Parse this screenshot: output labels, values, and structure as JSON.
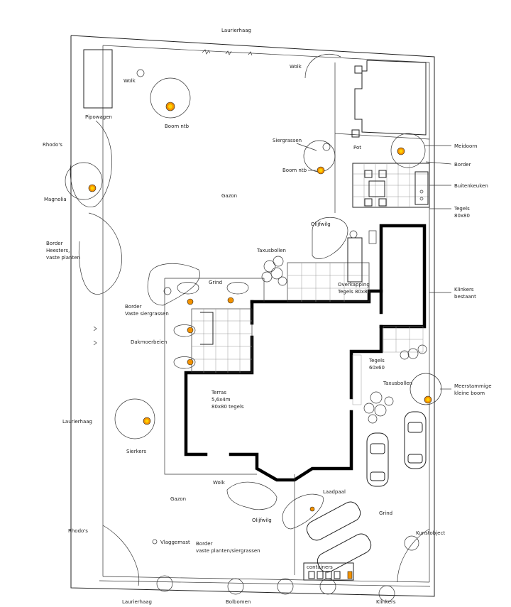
{
  "labels": {
    "laurierhaag_top": "Laurierhaag",
    "wolk_top": "Wolk",
    "wolk_tl": "Wolk",
    "pipowagen": "Pipowagen",
    "boom_ntb_1": "Boom ntb",
    "rhodos_top": "Rhodo's",
    "magnolia": "Magnolia",
    "siergrassen": "Siergrassen",
    "pot": "Pot",
    "boom_ntb_2": "Boom ntb",
    "meidoorn": "Meidoorn",
    "border_right": "Border",
    "buitenkeuken": "Buitenkeuken",
    "tegels_80": "Tegels",
    "tegels_80_size": "80x80",
    "gazon_top": "Gazon",
    "olijfwilg_top": "Olijfwilg",
    "border_left_1": "Border",
    "border_left_2": "Heesters,",
    "border_left_3": "vaste planten",
    "taxusbollen_top": "Taxusbollen",
    "overkapping_1": "Overkapping",
    "overkapping_2": "Tegels 80x80",
    "klinkers_1": "Klinkers",
    "klinkers_2": "bestaant",
    "grind_top": "Grind",
    "border_mid_1": "Border",
    "border_mid_2": "Vaste siergrassen",
    "dakmoerbeien": "Dakmoerbeien",
    "tegels_60_1": "Tegels",
    "tegels_60_2": "60x60",
    "taxusbollen_right": "Taxusbollen",
    "meerstammige_1": "Meerstammige",
    "meerstammige_2": "kleine boom",
    "terras_1": "Terras",
    "terras_2": "5,6x4m",
    "terras_3": "80x80 tegels",
    "laurierhaag_left": "Laurierhaag",
    "sierkers": "Sierkers",
    "wolk_bottom": "Wolk",
    "gazon_bottom": "Gazon",
    "laadpaal": "Laadpaal",
    "olijfwilg_bottom": "Olijfwilg",
    "grind_bottom": "Grind",
    "rhodos_bottom": "Rhodo's",
    "vlaggemast": "Vlaggemast",
    "border_bottom_1": "Border",
    "border_bottom_2": "vaste planten/siergrassen",
    "kunstobject": "Kunstobject",
    "containers": "containers",
    "laurierhaag_bottom": "Laurierhaag",
    "bolbomen": "Bolbomen",
    "klinkers_bottom": "Klinkers"
  },
  "colors": {
    "wall": "#000000",
    "tree_accent": "#f39200",
    "tree_core": "#ffd200",
    "line": "#222222"
  }
}
